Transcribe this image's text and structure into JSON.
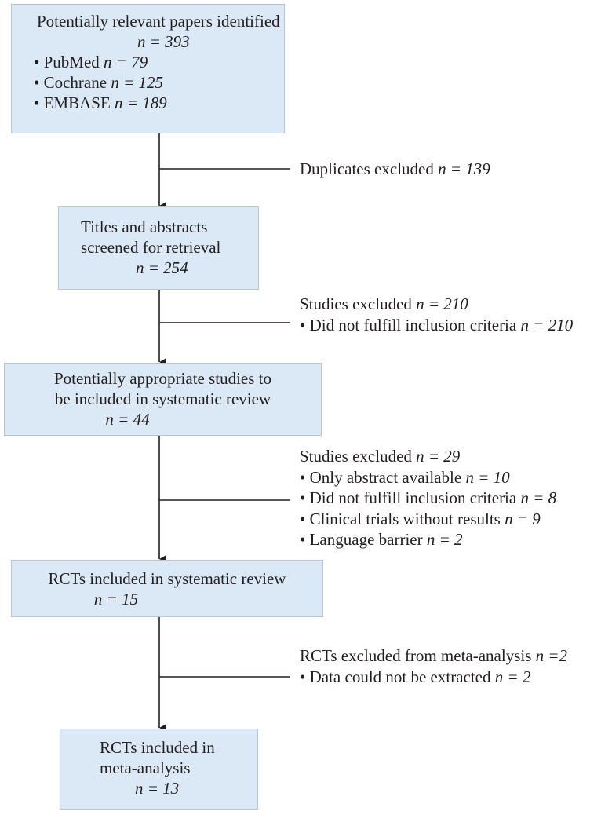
{
  "boxes": {
    "identified": {
      "title": "Potentially relevant papers identified",
      "n": "n = 393",
      "sources": [
        {
          "bullet": "• ",
          "name": "PubMed ",
          "n": "n = 79"
        },
        {
          "bullet": "• ",
          "name": "Cochrane ",
          "n": "n = 125"
        },
        {
          "bullet": "• ",
          "name": "EMBASE ",
          "n": "n = 189"
        }
      ]
    },
    "screened": {
      "line1": "Titles and abstracts",
      "line2": "screened for retrieval",
      "n": "n = 254"
    },
    "appropriate": {
      "line1": "Potentially appropriate studies to",
      "line2": "be included in systematic review",
      "n": "n = 44"
    },
    "rcts_sr": {
      "line1": "RCTs included in systematic review",
      "n": "n = 15"
    },
    "rcts_ma": {
      "line1": "RCTs included in",
      "line2": "meta-analysis",
      "n": "n = 13"
    }
  },
  "exclusions": {
    "duplicates": {
      "label": "Duplicates excluded ",
      "n": "n = 139"
    },
    "screening": {
      "label": "Studies excluded ",
      "n": "n = 210",
      "reasons": [
        {
          "bullet": "• ",
          "text": "Did not fulfill inclusion criteria ",
          "n": "n = 210"
        }
      ]
    },
    "eligibility": {
      "label": "Studies excluded ",
      "n": "n = 29",
      "reasons": [
        {
          "bullet": "• ",
          "text": "Only abstract available ",
          "n": "n = 10"
        },
        {
          "bullet": "• ",
          "text": "Did not fulfill inclusion criteria ",
          "n": "n = 8"
        },
        {
          "bullet": "• ",
          "text": "Clinical trials without results ",
          "n": "n = 9"
        },
        {
          "bullet": "• ",
          "text": "Language barrier ",
          "n": "n = 2"
        }
      ]
    },
    "meta": {
      "label": "RCTs excluded from meta-analysis ",
      "n": "n =2",
      "reasons": [
        {
          "bullet": "• ",
          "text": "Data could not be extracted ",
          "n": "n = 2"
        }
      ]
    }
  }
}
